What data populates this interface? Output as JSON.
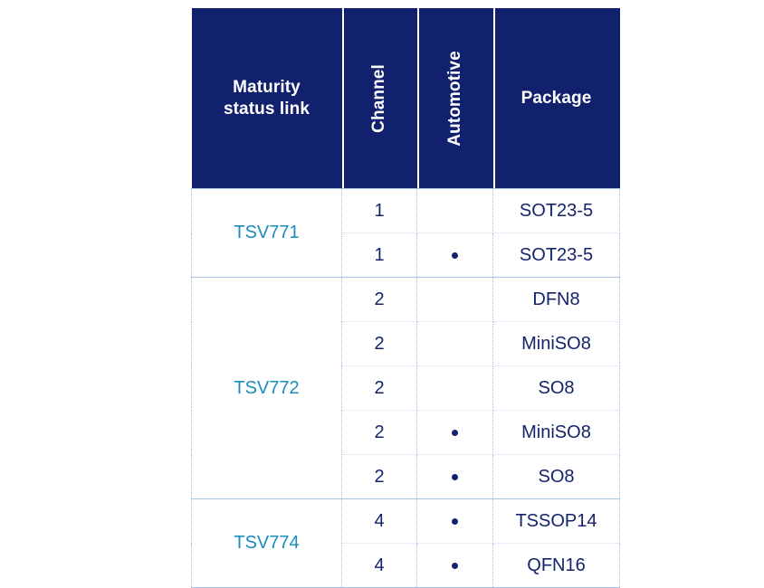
{
  "table": {
    "columns": [
      {
        "key": "part",
        "label": "Maturity status link",
        "orientation": "horizontal"
      },
      {
        "key": "channel",
        "label": "Channel",
        "orientation": "vertical"
      },
      {
        "key": "automotive",
        "label": "Automotive",
        "orientation": "vertical"
      },
      {
        "key": "package",
        "label": "Package",
        "orientation": "horizontal"
      }
    ],
    "header_line_1": "Maturity",
    "header_line_2": "status link",
    "header_channel": "Channel",
    "header_automotive": "Automotive",
    "header_package": "Package",
    "groups": [
      {
        "part": "TSV771",
        "rows": [
          {
            "channel": "1",
            "automotive": false,
            "package": "SOT23-5"
          },
          {
            "channel": "1",
            "automotive": true,
            "package": "SOT23-5"
          }
        ]
      },
      {
        "part": "TSV772",
        "rows": [
          {
            "channel": "2",
            "automotive": false,
            "package": "DFN8"
          },
          {
            "channel": "2",
            "automotive": false,
            "package": "MiniSO8"
          },
          {
            "channel": "2",
            "automotive": false,
            "package": "SO8"
          },
          {
            "channel": "2",
            "automotive": true,
            "package": "MiniSO8"
          },
          {
            "channel": "2",
            "automotive": true,
            "package": "SO8"
          }
        ]
      },
      {
        "part": "TSV774",
        "rows": [
          {
            "channel": "4",
            "automotive": true,
            "package": "TSSOP14"
          },
          {
            "channel": "4",
            "automotive": true,
            "package": "QFN16"
          }
        ]
      }
    ]
  },
  "colors": {
    "header_background": "#11216d",
    "header_text": "#ffffff",
    "link_text": "#1a8cbd",
    "body_text": "#14236b",
    "border_solid": "#a9c4e8",
    "border_dotted": "#cfdcf1",
    "page_background": "#ffffff"
  }
}
